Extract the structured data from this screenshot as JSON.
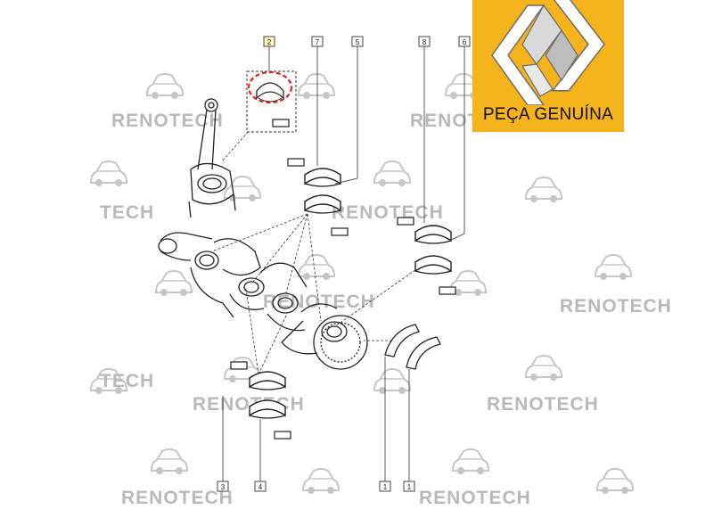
{
  "brand": {
    "badge_text": "PEÇA GENUÍNA",
    "badge_color": "#f5b31c",
    "logo_icon": "renault-diamond-icon"
  },
  "watermark": {
    "text": "RENOTECH",
    "partial_text": "TECH",
    "icon": "car-silhouette-icon",
    "color": "#b9b9b9"
  },
  "callouts": {
    "c2": "2",
    "c7": "7",
    "c5": "5",
    "c8": "8",
    "c6": "6",
    "c3": "3",
    "c4": "4",
    "c1a": "1",
    "c1b": "1"
  }
}
